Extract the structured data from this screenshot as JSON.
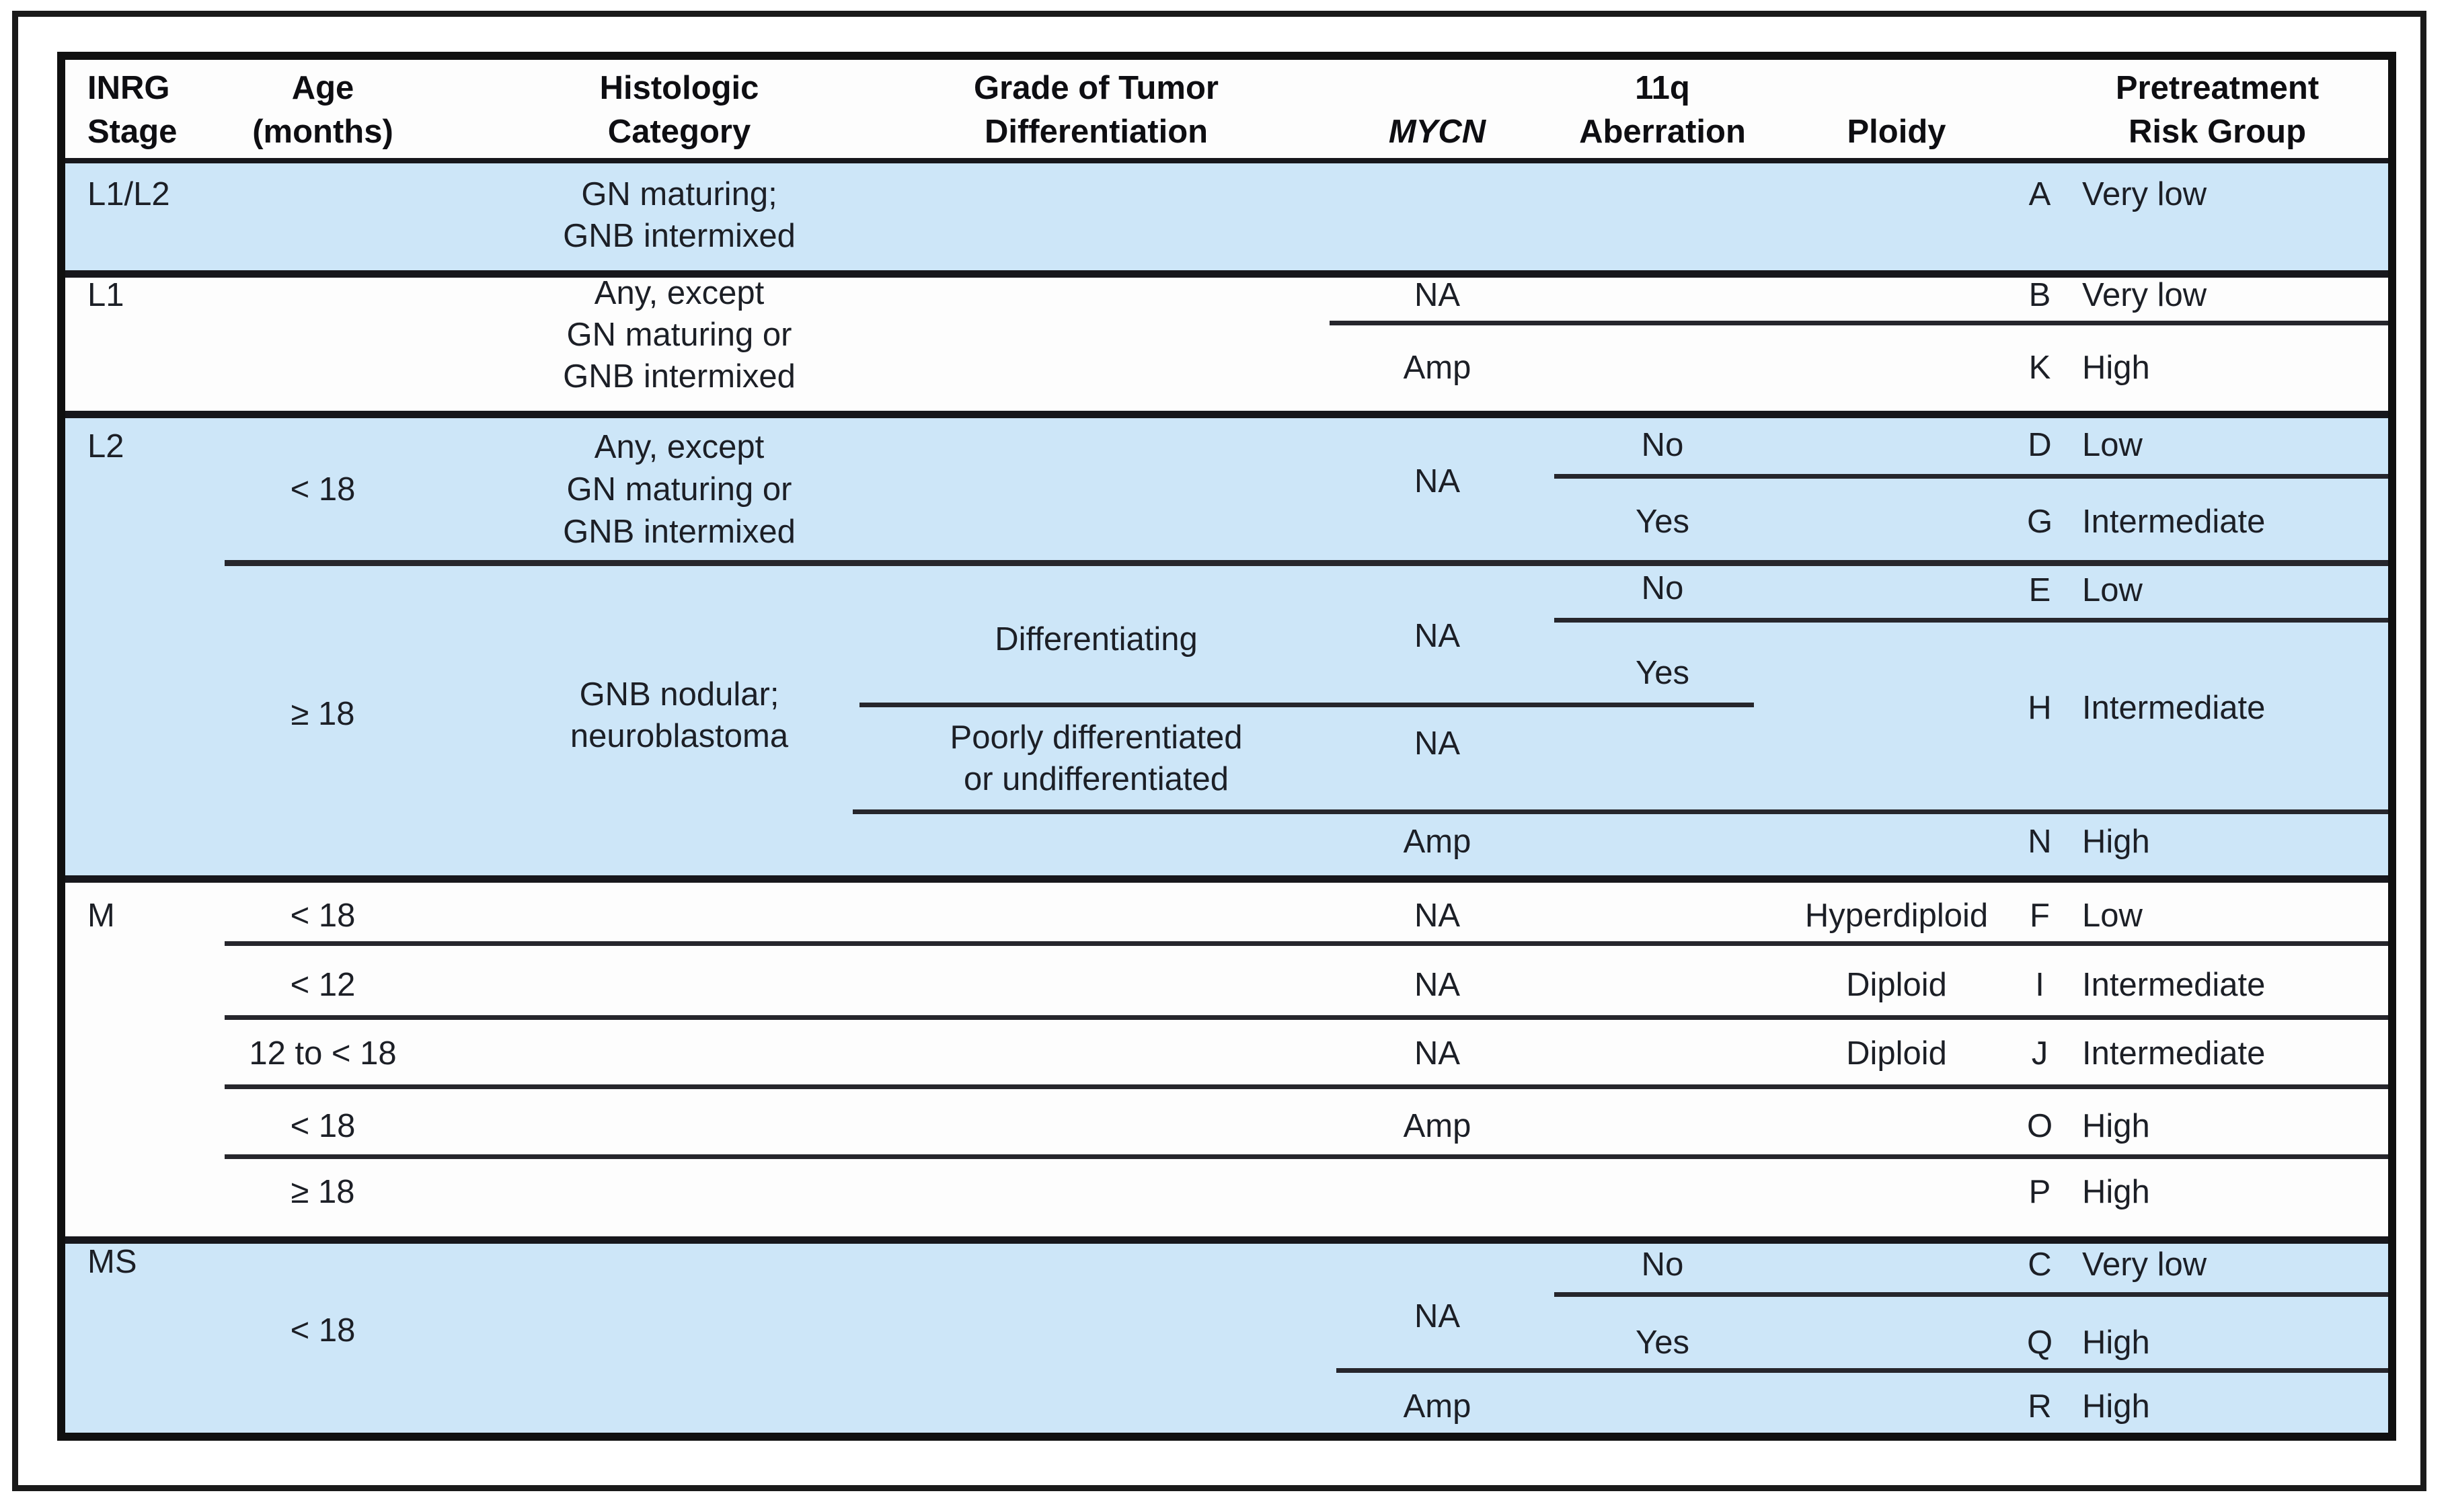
{
  "colors": {
    "row_blue": "#cde6f8",
    "row_white": "#fdfdfd",
    "grid_line": "#26262c",
    "border": "#101010",
    "text": "#1c1f26"
  },
  "header": {
    "inrg_line1": "INRG",
    "inrg_line2": "Stage",
    "age_line1": "Age",
    "age_line2": "(months)",
    "hist_line1": "Histologic",
    "hist_line2": "Category",
    "grade_line1": "Grade of Tumor",
    "grade_line2": "Differentiation",
    "mycn": "MYCN",
    "aberration_line1": "11q",
    "aberration_line2": "Aberration",
    "ploidy": "Ploidy",
    "risk_line1": "Pretreatment",
    "risk_line2": "Risk Group"
  },
  "sections": {
    "l1l2": {
      "stage": "L1/L2",
      "histology_line1": "GN maturing;",
      "histology_line2": "GNB intermixed",
      "risk_letter": "A",
      "risk_label": "Very low"
    },
    "l1": {
      "stage": "L1",
      "histology_line1": "Any, except",
      "histology_line2": "GN maturing or",
      "histology_line3": "GNB intermixed",
      "row_na": {
        "mycn": "NA",
        "risk_letter": "B",
        "risk_label": "Very low"
      },
      "row_amp": {
        "mycn": "Amp",
        "risk_letter": "K",
        "risk_label": "High"
      }
    },
    "l2": {
      "stage": "L2",
      "under18": {
        "age": "< 18",
        "histology_line1": "Any, except",
        "histology_line2": "GN maturing or",
        "histology_line3": "GNB intermixed",
        "mycn": "NA",
        "row_no": {
          "aberration": "No",
          "risk_letter": "D",
          "risk_label": "Low"
        },
        "row_yes": {
          "aberration": "Yes",
          "risk_letter": "G",
          "risk_label": "Intermediate"
        }
      },
      "over18": {
        "age": "≥ 18",
        "histology_line1": "GNB nodular;",
        "histology_line2": "neuroblastoma",
        "differentiating": {
          "grade": "Differentiating",
          "mycn": "NA",
          "row_no": {
            "aberration": "No",
            "risk_letter": "E",
            "risk_label": "Low"
          },
          "row_yes": {
            "aberration": "Yes"
          }
        },
        "h_risk": {
          "risk_letter": "H",
          "risk_label": "Intermediate"
        },
        "poorly": {
          "grade_line1": "Poorly differentiated",
          "grade_line2": "or undifferentiated",
          "mycn": "NA"
        },
        "row_amp": {
          "mycn": "Amp",
          "risk_letter": "N",
          "risk_label": "High"
        }
      }
    },
    "m": {
      "stage": "M",
      "rows": [
        {
          "age": "< 18",
          "mycn": "NA",
          "ploidy": "Hyperdiploid",
          "risk_letter": "F",
          "risk_label": "Low"
        },
        {
          "age": "< 12",
          "mycn": "NA",
          "ploidy": "Diploid",
          "risk_letter": "I",
          "risk_label": "Intermediate"
        },
        {
          "age": "12 to < 18",
          "mycn": "NA",
          "ploidy": "Diploid",
          "risk_letter": "J",
          "risk_label": "Intermediate"
        },
        {
          "age": "< 18",
          "mycn": "Amp",
          "risk_letter": "O",
          "risk_label": "High"
        },
        {
          "age": "≥ 18",
          "risk_letter": "P",
          "risk_label": "High"
        }
      ]
    },
    "ms": {
      "stage": "MS",
      "age": "< 18",
      "mycn_na": "NA",
      "row_no": {
        "aberration": "No",
        "risk_letter": "C",
        "risk_label": "Very low"
      },
      "row_yes": {
        "aberration": "Yes",
        "risk_letter": "Q",
        "risk_label": "High"
      },
      "row_amp": {
        "mycn": "Amp",
        "risk_letter": "R",
        "risk_label": "High"
      }
    }
  }
}
